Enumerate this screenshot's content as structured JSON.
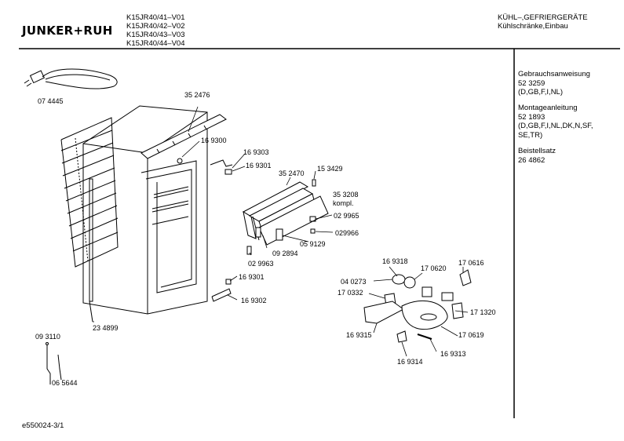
{
  "header": {
    "brand": "JUNKER+RUH",
    "models": [
      "K15JR40/41–V01",
      "K15JR40/42–V02",
      "K15JR40/43–V03",
      "K15JR40/44–V04"
    ],
    "category": "KÜHL–,GEFRIERGERÄTE",
    "subcategory": "Kühlschränke,Einbau"
  },
  "sidebar": {
    "docs": [
      {
        "title": "Gebrauchsanweisung",
        "number": "52 3259",
        "langs": "(D,GB,F,I,NL)"
      },
      {
        "title": "Montageanleitung",
        "number": "52 1893",
        "langs": "(D,GB,F,I,NL,DK,N,SF,\nSE,TR)"
      },
      {
        "title": "Beistellsatz",
        "number": "26 4862",
        "langs": ""
      }
    ]
  },
  "parts": {
    "p074445": "07 4445",
    "p352476": "35 2476",
    "p169300": "16 9300",
    "p169303": "16 9303",
    "p169301a": "16 9301",
    "p352470": "35 2470",
    "p153429": "15 3429",
    "p353208": "35 3208",
    "kompl": "kompl.",
    "p029965": "02 9965",
    "p029966": "029966",
    "p059129": "05 9129",
    "p092894": "09 2894",
    "p029963": "02 9963",
    "p169301b": "16 9301",
    "p169302": "16 9302",
    "p234899": "23 4899",
    "p093110": "09 3110",
    "p065644": "06 5644",
    "p169318": "16 9318",
    "p170620": "17 0620",
    "p170616": "17 0616",
    "p040273": "04 0273",
    "p170332": "17 0332",
    "p171320": "17 1320",
    "p169315": "16 9315",
    "p170619": "17 0619",
    "p169313": "16 9313",
    "p169314": "16 9314"
  },
  "footer": {
    "code": "e550024-3/1"
  }
}
